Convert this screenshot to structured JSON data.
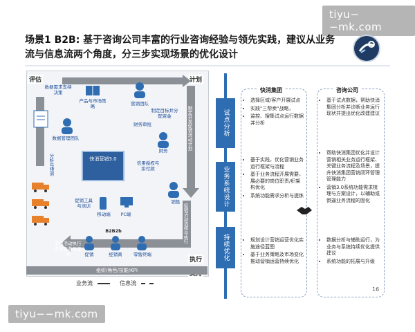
{
  "watermarks": {
    "top": "tiyu−−mk.com",
    "bottom": "tiyu−−mk.com"
  },
  "title": {
    "prefix": "场景1 B2B:",
    "text": "基于咨询公司丰富的行业咨询经验与领先实践，建议从业务流与信息流两个角度，分三步实现场景的优化设计"
  },
  "diagram": {
    "corners": {
      "top_left": "评估",
      "top_right": "计划",
      "bottom_left": "支持",
      "bottom_right": "执行"
    },
    "nodes": {
      "data_req": "数据需求支持决策",
      "strategy": "产品与市场策略",
      "marketing_team": "营销团队",
      "target_alloc": "制定目标并分配资金",
      "finance_audit": "财务审批",
      "finance": "财务",
      "data_mgmt": "数据管理团队",
      "analysis": "分析与预测",
      "credit": "信用授权与扣付款",
      "sales": "销售",
      "promo_exec": "促销活动执行情况查看与监测",
      "tools": "促销工具与培训",
      "mobile": "移动端",
      "pc": "PC端",
      "b2b2b": "B2B2b",
      "promo": "促销",
      "dealer": "经销商",
      "retail": "零售终端"
    },
    "arrows": {
      "plan_arrow": "制定并发促销活动计划",
      "exec_arrow": "促销活动选择与执行"
    },
    "center": "快消营销3.0",
    "bottom_bar": "组织/角色/技能/KPI",
    "legend": {
      "business": "业务流",
      "info": "信息流"
    }
  },
  "panel": {
    "col1_head": "快消集团",
    "col2_head": "咨询公司",
    "stages": [
      {
        "label": "试点分析",
        "col1": [
          "选择区域/客户开展试点",
          "实践\"三帮卖\"战略，",
          "监控、搜集试点运行数据并分析"
        ],
        "col2": [
          "基于试点数据，帮助快消集团分析并诊断业务运行现状并提出优化改建建议"
        ]
      },
      {
        "label": "业务系统设计",
        "col1": [
          "基于实践，优化营销业务运行框架与流程",
          "基于业务流程开展需要，展必要的岗位职责/织架构优化",
          "系统功能需求分析与提炼"
        ],
        "col2": [
          "帮助快消集团优化并设计营销相关业务运行框架、关键业务流程及场景，提升快消集团营销闭环管理管理能力",
          "营销3.0系统功能需求梳理与方案设计，以辅助或倒逼业务流程的固化"
        ]
      },
      {
        "label": "持续优化",
        "col1": [
          "规划设计营销运营优化实施途径蓝图",
          "基于业务策略及市场变化推动营销运营持续优化"
        ],
        "col2": [
          "数据分析与辅助运行，为业务与系统持续优化提供建议",
          "系统功能的拓展与升级"
        ]
      }
    ]
  },
  "page_number": "16",
  "colors": {
    "accent": "#2f6db3",
    "arrow": "#8b8f96",
    "center": "#2e5f9e"
  }
}
